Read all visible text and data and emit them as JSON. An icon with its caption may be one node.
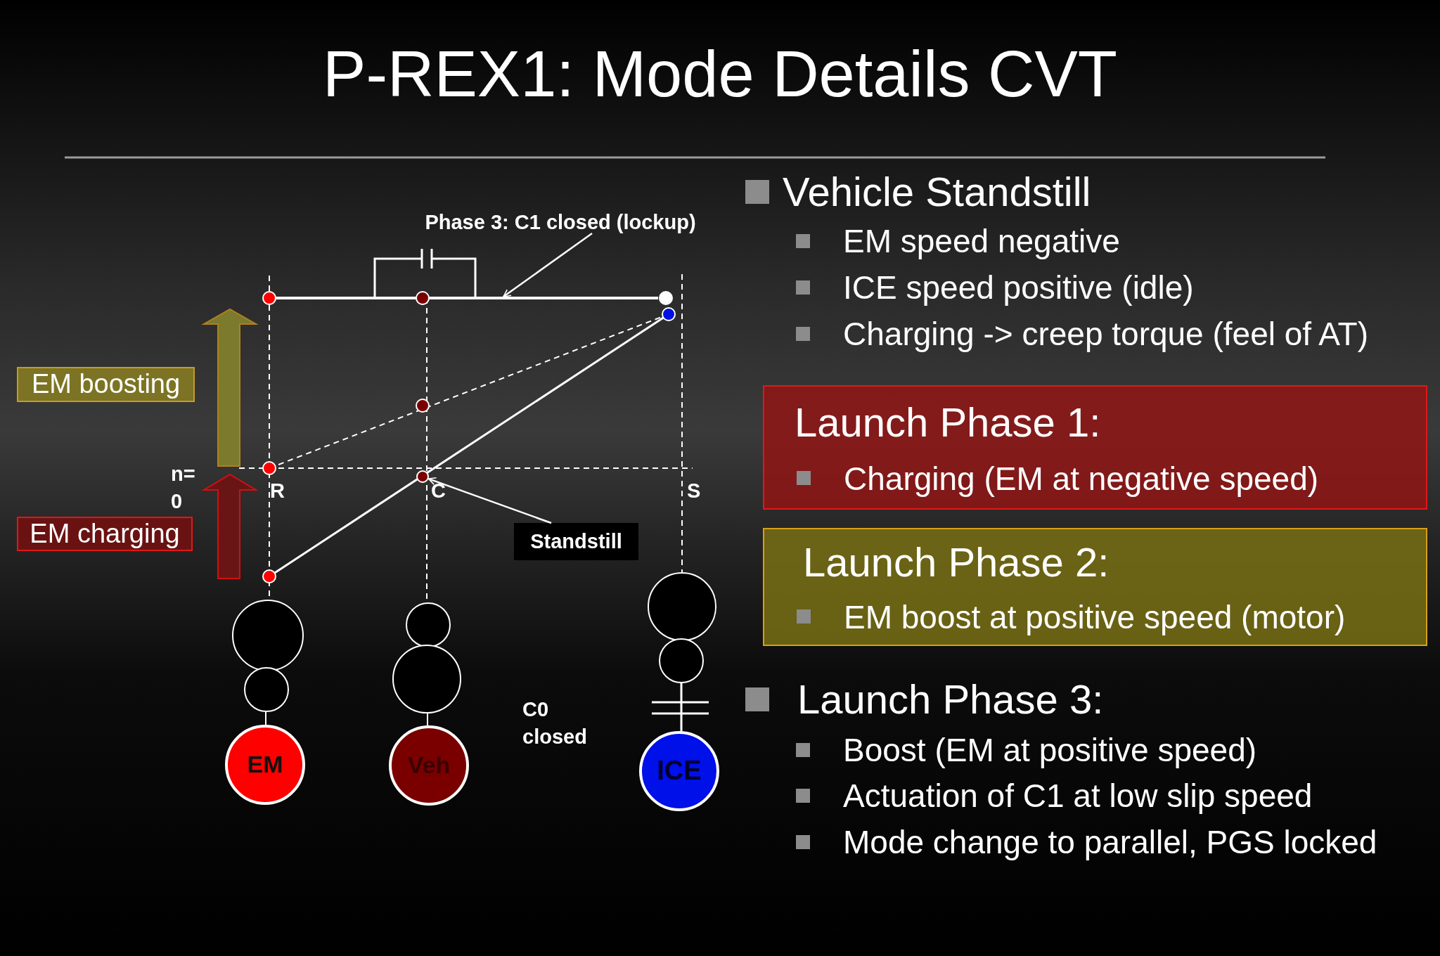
{
  "diagram": {
    "title": "P-REX1: Mode Details CVT",
    "nodes": [
      {
        "text": [
          "EM boosting"
        ]
      },
      {
        "text": [
          "EM charging"
        ]
      },
      {
        "text": [
          "Phase 3: C1 closed (lockup)"
        ]
      },
      {
        "text": [
          "Standstill"
        ]
      },
      {
        "text": [],
        "shape": "circle"
      },
      {
        "text": [
          "EM"
        ]
      },
      {
        "text": [
          "Veh"
        ]
      },
      {
        "text": [
          "ICE"
        ]
      },
      {
        "text": [
          "Launch Phase 1:",
          "Charging (EM at negative speed)"
        ]
      },
      {
        "text": [
          "Launch Phase 2:",
          "EM boost at positive speed (motor)"
        ]
      },
      {
        "text": [],
        "shape": "bar"
      }
    ],
    "edges": [
      {
        "from": 2,
        "to": 10,
        "arrow": "to"
      },
      {
        "from": 3,
        "to": 4,
        "arrow": "to"
      }
    ],
    "labels": [
      "Vehicle Standstill",
      "EM speed negative",
      "ICE speed positive (idle)",
      "Charging -> creep torque (feel of AT)",
      "n= 0",
      "R",
      "C",
      "S",
      "C0 closed",
      "Launch Phase 3:",
      "Boost (EM at positive speed)",
      "Actuation of C1 at low slip speed",
      "Mode change to parallel, PGS locked"
    ]
  }
}
